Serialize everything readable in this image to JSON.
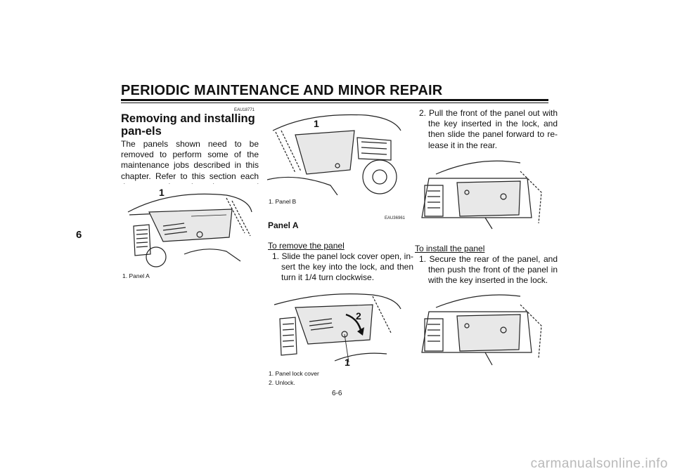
{
  "header": {
    "title": "PERIODIC MAINTENANCE AND MINOR REPAIR"
  },
  "section_tab": "6",
  "left": {
    "code": "EAU18771",
    "heading": "Removing and installing pan-els",
    "body": "The panels shown need to be removed to perform some of the maintenance jobs described in this chapter. Refer to this section each time a panel needs to be removed and installed.",
    "fig_callout": "1",
    "caption": "1.  Panel A"
  },
  "middle": {
    "fig_callout": "1",
    "caption_b": "1.  Panel B",
    "code": "EAU36961",
    "heading": "Panel A",
    "subheading": "To remove the panel",
    "step1": "1.  Slide the panel lock cover open, in-sert the key into the lock, and then turn it 1/4 turn clockwise.",
    "fig2_callout1": "1",
    "fig2_callout2": "2",
    "caption_lock1": "1.  Panel lock cover",
    "caption_lock2": "2.  Unlock."
  },
  "right": {
    "step2": "2.  Pull the front of the panel out with the key inserted in the lock, and then slide the panel forward to re-lease it in the rear.",
    "subheading": "To install the panel",
    "step_install1": "1.  Secure the rear of the panel, and then push the front of the panel in with the key inserted in the lock."
  },
  "page_number": "6-6",
  "watermark": "carmanualsonline.info"
}
